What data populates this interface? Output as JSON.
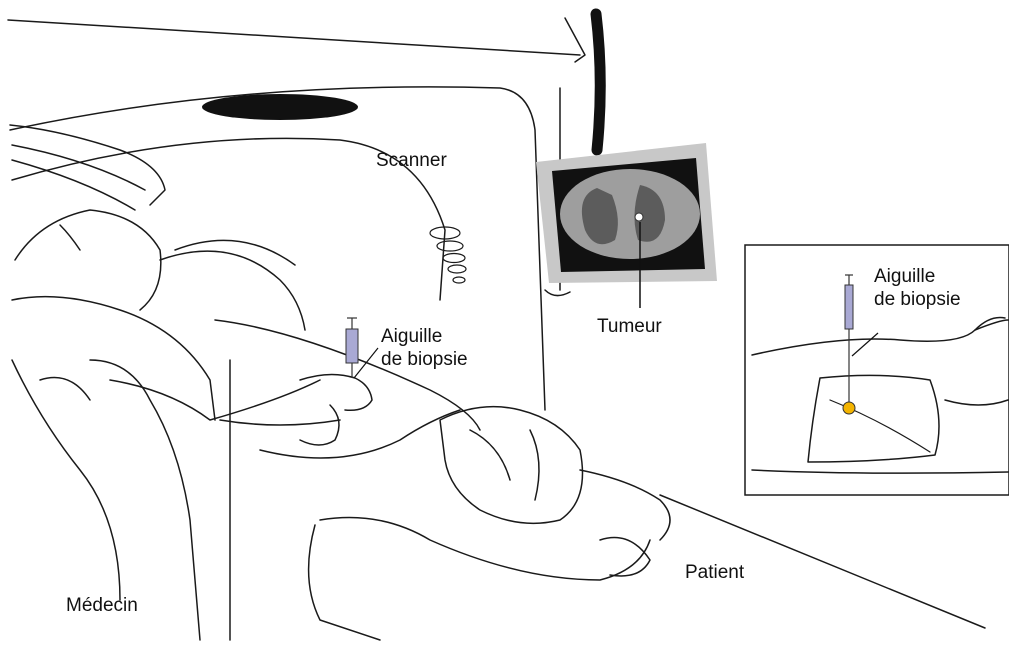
{
  "labels": {
    "scanner": "Scanner",
    "tumeur": "Tumeur",
    "aiguille_main_line1": "Aiguille",
    "aiguille_main_line2": "de biopsie",
    "aiguille_inset_line1": "Aiguille",
    "aiguille_inset_line2": "de biopsie",
    "patient": "Patient",
    "medecin": "Médecin"
  },
  "colors": {
    "syringe": "#a9a9d4",
    "monitor_frame": "#c8c8c8",
    "ct_light": "#9e9e9e",
    "ct_dark": "#5c5c5c",
    "tumor": "#f4b400"
  }
}
